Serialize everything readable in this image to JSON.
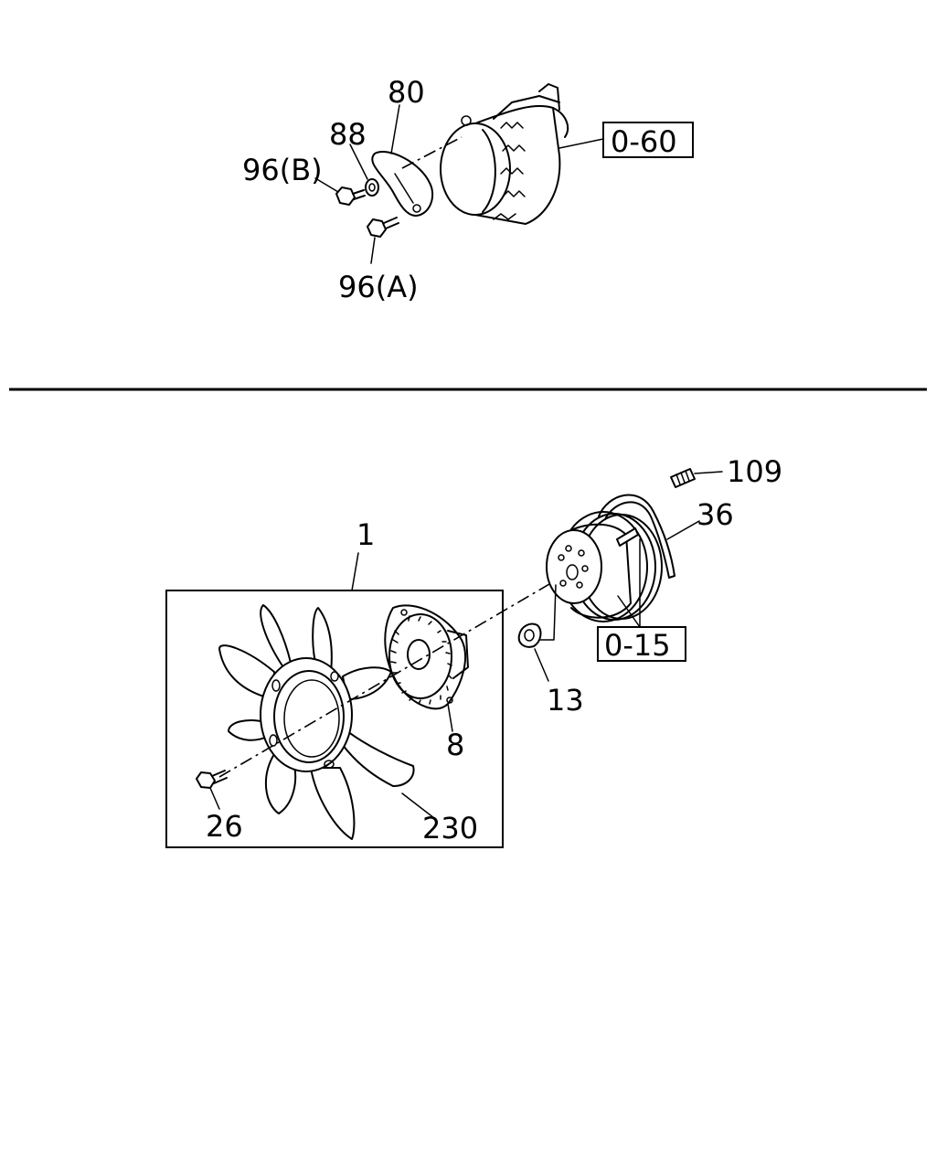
{
  "diagram": {
    "top_section": {
      "callouts": {
        "bracket": "80",
        "washer": "88",
        "bolt_b": "96(B)",
        "bolt_a": "96(A)"
      },
      "reference_box": "0-60"
    },
    "bottom_section": {
      "callouts": {
        "fan_assembly": "1",
        "stud": "109",
        "belt": "36",
        "nut": "13",
        "clutch": "8",
        "bolt": "26",
        "fan_blade": "230"
      },
      "reference_box": "0-15"
    }
  }
}
